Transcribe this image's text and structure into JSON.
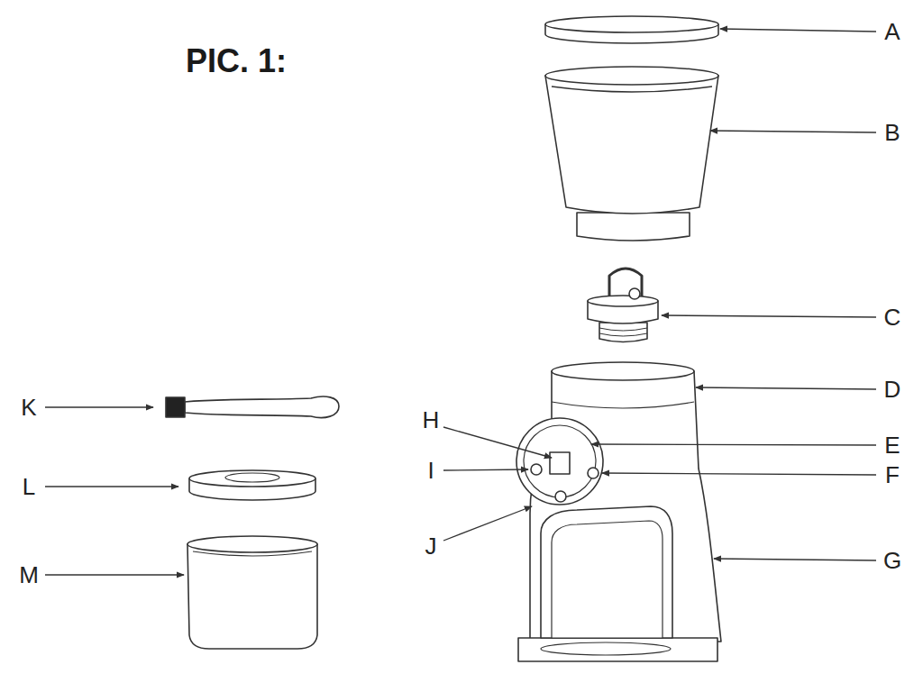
{
  "diagram": {
    "title": "PIC. 1:",
    "labels": [
      "A",
      "B",
      "C",
      "D",
      "K",
      "H",
      "E",
      "I",
      "F",
      "L",
      "J",
      "G",
      "M"
    ]
  }
}
